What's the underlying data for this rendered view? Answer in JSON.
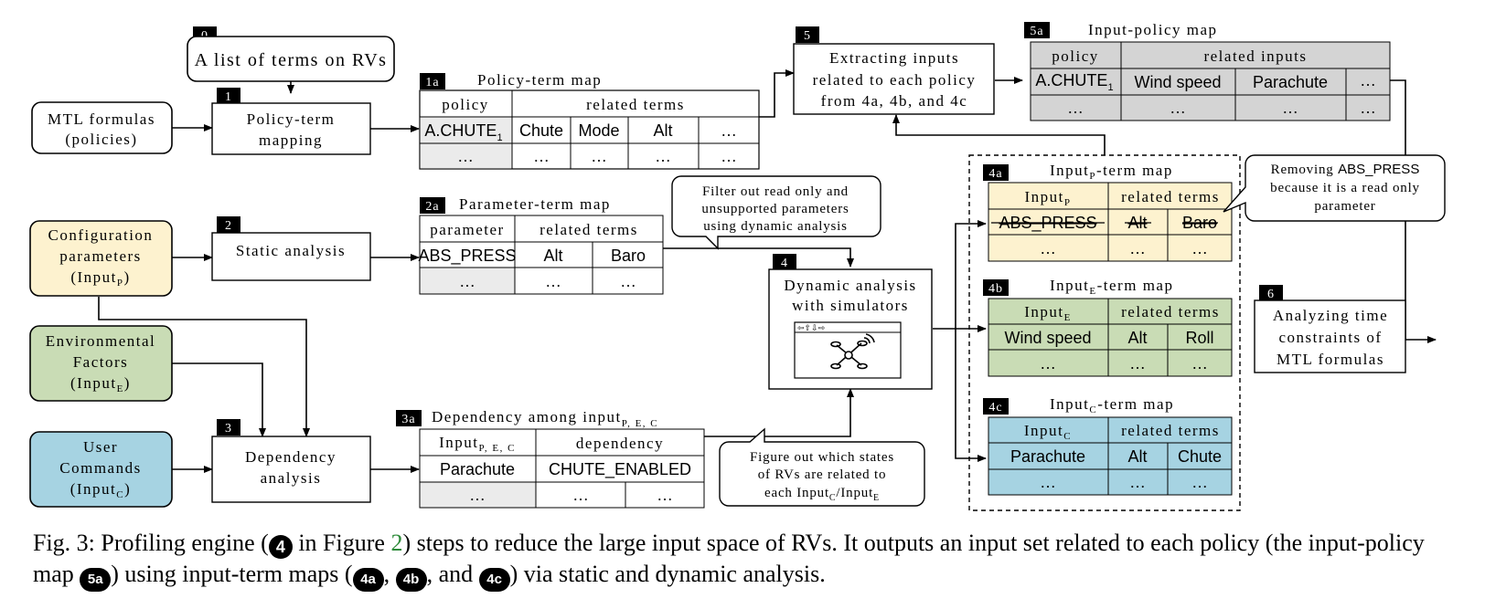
{
  "colors": {
    "yellow": "#fdf2cf",
    "green": "#c9dcb5",
    "blue": "#a6d3e2",
    "gray": "#d4d4d4",
    "grayLight": "#ebebeb"
  },
  "badges": {
    "b0": "0",
    "b1": "1",
    "b1a": "1a",
    "b2": "2",
    "b2a": "2a",
    "b3": "3",
    "b3a": "3a",
    "b4": "4",
    "b4a": "4a",
    "b4b": "4b",
    "b4c": "4c",
    "b5": "5",
    "b5a": "5a",
    "b6": "6"
  },
  "inputs": {
    "list_terms": "A list of terms on RVs",
    "mtl": [
      "MTL formulas",
      "(policies)"
    ],
    "config": [
      "Configuration",
      "parameters",
      "(Input",
      "P",
      ")"
    ],
    "env": [
      "Environmental",
      "Factors",
      "(Input",
      "E",
      ")"
    ],
    "user": [
      "User",
      "Commands",
      "(Input",
      "C",
      ")"
    ]
  },
  "steps": {
    "s1": [
      "Policy-term",
      "mapping"
    ],
    "s2": "Static analysis",
    "s3": [
      "Dependency",
      "analysis"
    ],
    "s4": [
      "Dynamic analysis",
      "with simulators"
    ],
    "s5": [
      "Extracting inputs",
      "related to each policy",
      "from 4a, 4b, and 4c"
    ],
    "s6": [
      "Analyzing time",
      "constraints of",
      "MTL formulas"
    ]
  },
  "sim_toolbar": "⇦⇧⇩⇨",
  "callouts": {
    "filter": [
      "Filter out read only and",
      "unsupported parameters",
      "using dynamic analysis"
    ],
    "removing": [
      "Removing ",
      "ABS_PRESS",
      "because it is a read only",
      "parameter"
    ],
    "figure": [
      "Figure out which states",
      "of RVs are related to",
      "each Input",
      "C",
      "/Input",
      "E"
    ]
  },
  "t1a": {
    "title": "Policy-term map",
    "h1": "policy",
    "h2": "related terms",
    "row1": [
      "A.CHUTE",
      "1",
      "Chute",
      "Mode",
      "Alt",
      "…"
    ],
    "row2": [
      "…",
      "…",
      "…",
      "…",
      "…"
    ]
  },
  "t2a": {
    "title": "Parameter-term map",
    "h1": "parameter",
    "h2": "related terms",
    "row1": [
      "ABS_PRESS",
      "Alt",
      "Baro"
    ],
    "row2": [
      "…",
      "…",
      "…"
    ]
  },
  "t3a": {
    "title": "Dependency among input",
    "title_sub": "P, E, C",
    "h1": "Input",
    "h1_sub": "P, E, C",
    "h2": "dependency",
    "row1": [
      "Parachute",
      "CHUTE_ENABLED"
    ],
    "row2": [
      "…",
      "…",
      "…"
    ]
  },
  "t4a": {
    "title": "Input",
    "title_sub": "P",
    "title_rest": "-term map",
    "h1": "Input",
    "h1_sub": "P",
    "h2": "related terms",
    "row1": [
      "ABS_PRESS",
      "Alt",
      "Baro"
    ],
    "row2": [
      "…",
      "…",
      "…"
    ]
  },
  "t4b": {
    "title": "Input",
    "title_sub": "E",
    "title_rest": "-term map",
    "h1": "Input",
    "h1_sub": "E",
    "h2": "related terms",
    "row1": [
      "Wind speed",
      "Alt",
      "Roll"
    ],
    "row2": [
      "…",
      "…",
      "…"
    ]
  },
  "t4c": {
    "title": "Input",
    "title_sub": "C",
    "title_rest": "-term map",
    "h1": "Input",
    "h1_sub": "C",
    "h2": "related terms",
    "row1": [
      "Parachute",
      "Alt",
      "Chute"
    ],
    "row2": [
      "…",
      "…",
      "…"
    ]
  },
  "t5a": {
    "title": "Input-policy map",
    "h1": "policy",
    "h2": "related inputs",
    "row1": [
      "A.CHUTE",
      "1",
      "Wind speed",
      "Parachute",
      "…"
    ],
    "row2": [
      "…",
      "…",
      "…",
      "…"
    ]
  },
  "caption": {
    "p1": "Fig. 3: Profiling engine (",
    "c4": "4",
    "p2": " in Figure ",
    "ref": "2",
    "p3": ") steps to reduce the large input space of RVs. It outputs an input set related to each policy (the input-policy map ",
    "c5a": "5a",
    "p4": ") using input-term maps (",
    "c4a": "4a",
    "p5": ", ",
    "c4b": "4b",
    "p6": ", and ",
    "c4c": "4c",
    "p7": ") via static and dynamic analysis."
  }
}
